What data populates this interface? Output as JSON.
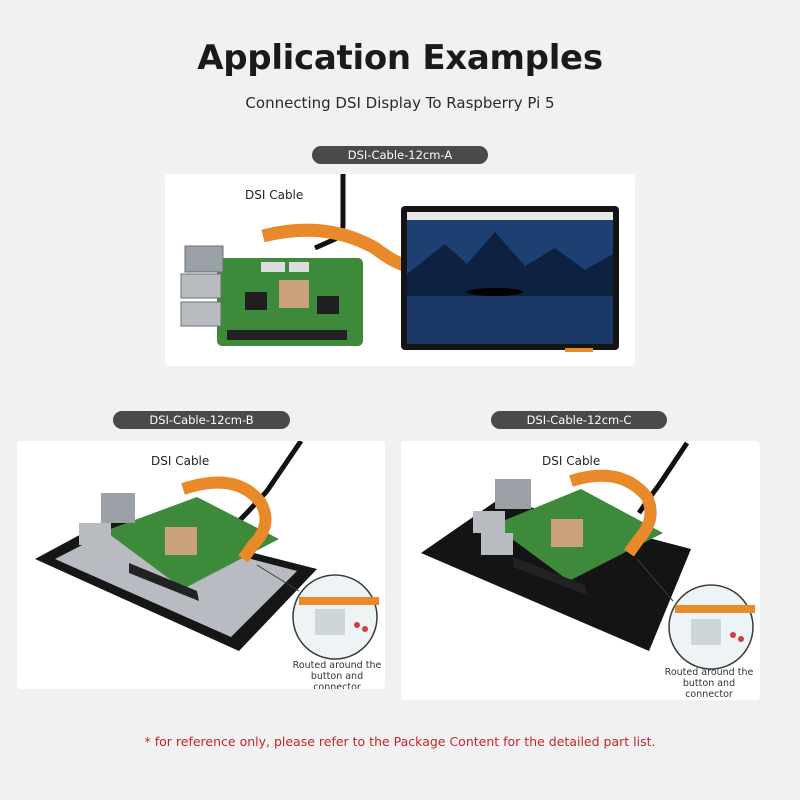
{
  "header": {
    "title": "Application Examples",
    "subtitle": "Connecting DSI Display To Raspberry Pi 5"
  },
  "examples": [
    {
      "tag": "DSI-Cable-12cm-A",
      "cable_label": "DSI Cable",
      "note": ""
    },
    {
      "tag": "DSI-Cable-12cm-B",
      "cable_label": "DSI Cable",
      "note": "Routed around the button and connector"
    },
    {
      "tag": "DSI-Cable-12cm-C",
      "cable_label": "DSI Cable",
      "note": "Routed around the button and connector"
    }
  ],
  "footnote": "* for reference only, please refer to the Package Content for the detailed part list.",
  "colors": {
    "pill_bg": "#4a4a4a",
    "footnote": "#c4262e",
    "board_green": "#3c8a3a",
    "cable_orange": "#e88a2a",
    "bezel": "#141414"
  }
}
